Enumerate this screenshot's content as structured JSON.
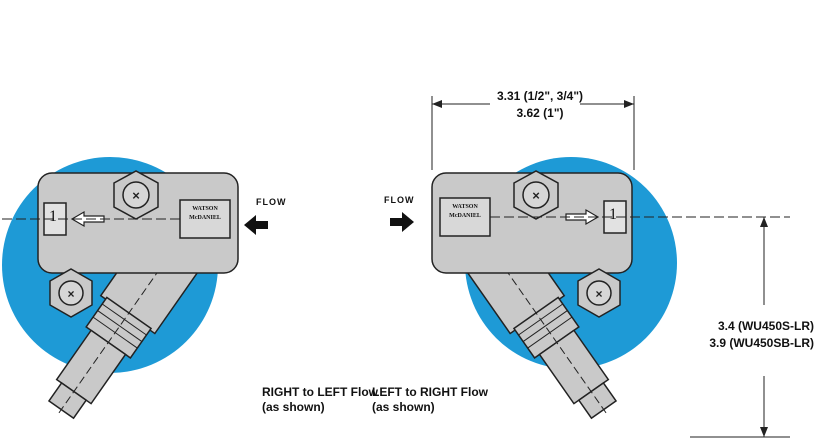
{
  "left_view": {
    "flow_label": "FLOW",
    "nameplate_line1": "WATSON",
    "nameplate_line2": "McDANIEL",
    "port_number": "1",
    "caption_line1": "RIGHT to LEFT Flow",
    "caption_line2": "(as shown)"
  },
  "right_view": {
    "flow_label": "FLOW",
    "nameplate_line1": "WATSON",
    "nameplate_line2": "McDANIEL",
    "port_number": "1",
    "caption_line1": "LEFT to RIGHT Flow",
    "caption_line2": "(as shown)"
  },
  "width_dimension": {
    "line1": "3.31 (1/2\", 3/4\")",
    "line2": "3.62 (1\")"
  },
  "height_dimension": {
    "line1": "3.4 (WU450S-LR)",
    "line2": "3.9 (WU450SB-LR)"
  },
  "colors": {
    "accent_blue": "#1e9ad6",
    "body_gray": "#c9c9c9",
    "outline": "#222222"
  }
}
